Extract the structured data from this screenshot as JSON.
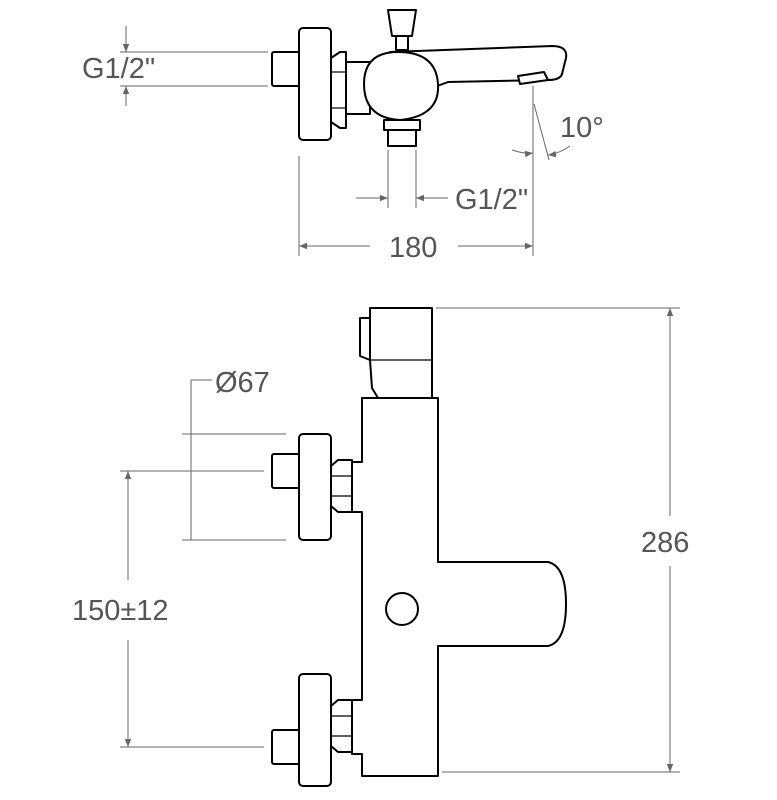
{
  "top_view": {
    "inlet_thread_label": "G1/2\"",
    "outlet_thread_label": "G1/2\"",
    "spout_angle_label": "10°",
    "width_label": "180"
  },
  "front_view": {
    "escutcheon_diameter_label": "Ø67",
    "inlet_spacing_label": "150±12",
    "height_label": "286"
  }
}
